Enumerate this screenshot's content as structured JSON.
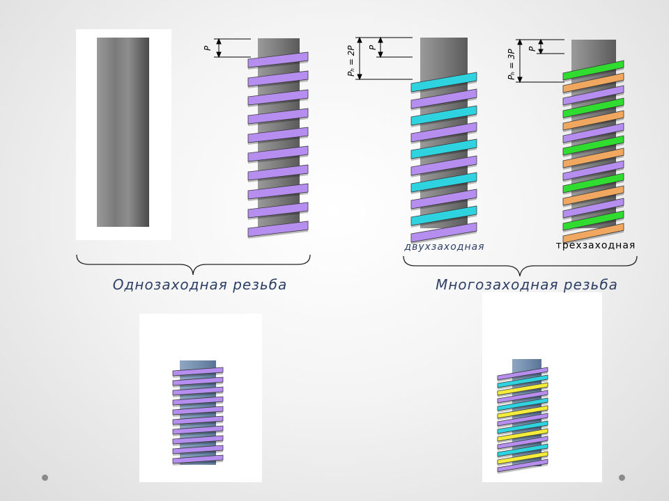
{
  "captions": {
    "single_start": "Однозаходная резьба",
    "multi_start": "Многозаходная резьба"
  },
  "sublabels": {
    "two_start": "двухзаходная",
    "three_start": "трехзаходная"
  },
  "dimensions": {
    "pitch": "P",
    "lead_two": "Pₕ = 2P",
    "lead_three": "Pₕ = 3P"
  },
  "colors": {
    "thread_violet": "#b58ef0",
    "thread_cyan": "#2fd3e0",
    "thread_green": "#2fdc2f",
    "thread_orange": "#f0a860",
    "thread_yellow": "#f3ec3a",
    "shaft_gray": "#8c8c8c",
    "shaft_blue": "#7f98b8",
    "caption_text": "#2c3e63"
  },
  "icons": {
    "nav_left": "dot-icon",
    "nav_right": "dot-icon"
  }
}
